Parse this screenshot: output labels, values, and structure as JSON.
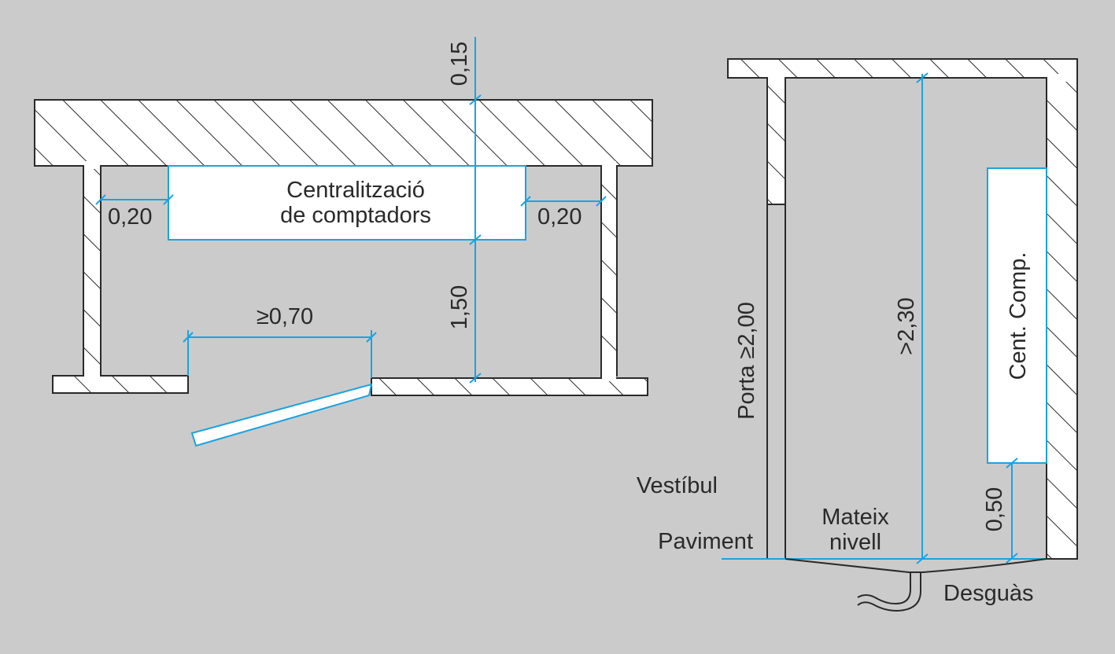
{
  "colors": {
    "background": "#cbcbcb",
    "dimension": "#1aa3e0",
    "wall_line": "#2a2a2a",
    "box_fill": "#ffffff"
  },
  "plan": {
    "meter_box_label_line1": "Centralització",
    "meter_box_label_line2": "de comptadors",
    "dim_top": "0,15",
    "dim_left": "0,20",
    "dim_right": "0,20",
    "dim_depth": "1,50",
    "dim_door": "≥0,70"
  },
  "section": {
    "door_height": "Porta ≥2,00",
    "room_height": ">2,30",
    "meter_box_label": "Cent. Comp.",
    "dim_bottom": "0,50",
    "same_level_line1": "Mateix",
    "same_level_line2": "nivell",
    "vestibule": "Vestíbul",
    "floor": "Paviment",
    "drain": "Desguàs",
    "drain_icon": "drain-wave-icon"
  }
}
